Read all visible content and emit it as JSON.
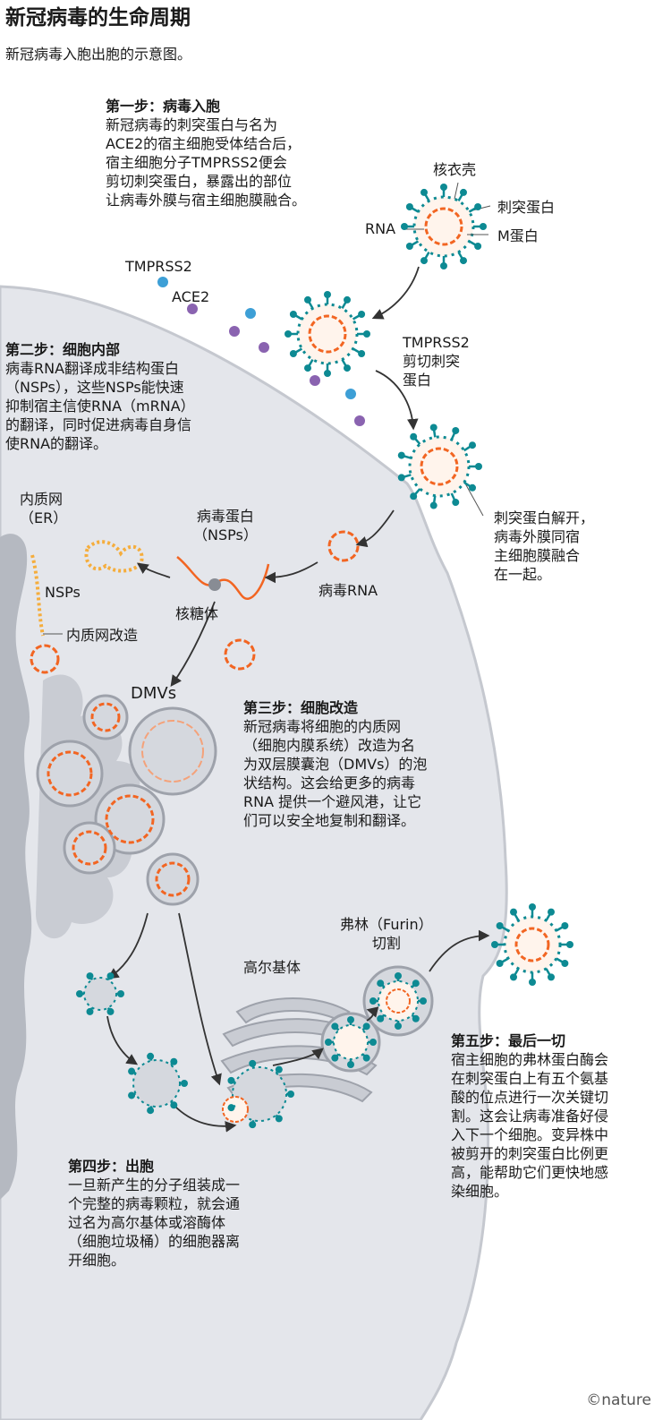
{
  "header": {
    "title": "新冠病毒的生命周期",
    "subtitle": "新冠病毒入胞出胞的示意图。"
  },
  "steps": {
    "step1": {
      "heading": "第一步：病毒入胞",
      "lines": [
        "新冠病毒的刺突蛋白与名为",
        "ACE2的宿主细胞受体结合后，",
        "宿主细胞分子TMPRSS2便会",
        "剪切刺突蛋白，暴露出的部位",
        "让病毒外膜与宿主细胞膜融合。"
      ]
    },
    "step2": {
      "heading": "第二步：细胞内部",
      "lines": [
        "病毒RNA翻译成非结构蛋白",
        "（NSPs），这些NSPs能快速",
        "抑制宿主信使RNA（mRNA）",
        "的翻译，同时促进病毒自身信",
        "使RNA的翻译。"
      ]
    },
    "step3": {
      "heading": "第三步：细胞改造",
      "lines": [
        "新冠病毒将细胞的内质网",
        "（细胞内膜系统）改造为名",
        "为双层膜囊泡（DMVs）的泡",
        "状结构。这会给更多的病毒",
        "RNA 提供一个避风港，让它",
        "们可以安全地复制和翻译。"
      ]
    },
    "step4": {
      "heading": "第四步：出胞",
      "lines": [
        "一旦新产生的分子组装成一",
        "个完整的病毒颗粒，就会通",
        "过名为高尔基体或溶酶体",
        "（细胞垃圾桶）的细胞器离",
        "开细胞。"
      ]
    },
    "step5": {
      "heading": "第五步：最后一切",
      "lines": [
        "宿主细胞的弗林蛋白酶会",
        "在刺突蛋白上有五个氨基",
        "酸的位点进行一次关键切",
        "割。这会让病毒准备好侵",
        "入下一个细胞。变异株中",
        "被剪开的刺突蛋白比例更",
        "高，能帮助它们更快地感",
        "染细胞。"
      ]
    }
  },
  "labels": {
    "nucleocapsid": "核衣壳",
    "spike": "刺突蛋白",
    "rna": "RNA",
    "m_protein": "M蛋白",
    "tmprss2_top": "TMPRSS2",
    "ace2": "ACE2",
    "tmprss2_cut": [
      "TMPRSS2",
      "剪切刺突",
      "蛋白"
    ],
    "fusion": [
      "刺突蛋白解开，",
      "病毒外膜同宿",
      "主细胞膜融合",
      "在一起。"
    ],
    "er": [
      "内质网",
      "（ER）"
    ],
    "viral_protein": [
      "病毒蛋白",
      "（NSPs）"
    ],
    "nsps": "NSPs",
    "ribosome": "核糖体",
    "viral_rna": "病毒RNA",
    "er_remodel": "内质网改造",
    "dmvs": "DMVs",
    "furin": [
      "弗林（Furin）",
      "切割"
    ],
    "golgi": "高尔基体"
  },
  "credit": "©nature",
  "colors": {
    "cell_fill": "#e4e6eb",
    "membrane": "#c5c8cf",
    "organelle": "#b5b9c1",
    "orange": "#f26522",
    "teal": "#0d8a93",
    "purple": "#8a63b0",
    "blue": "#3d9fd6",
    "ink": "#1a1a1a"
  }
}
